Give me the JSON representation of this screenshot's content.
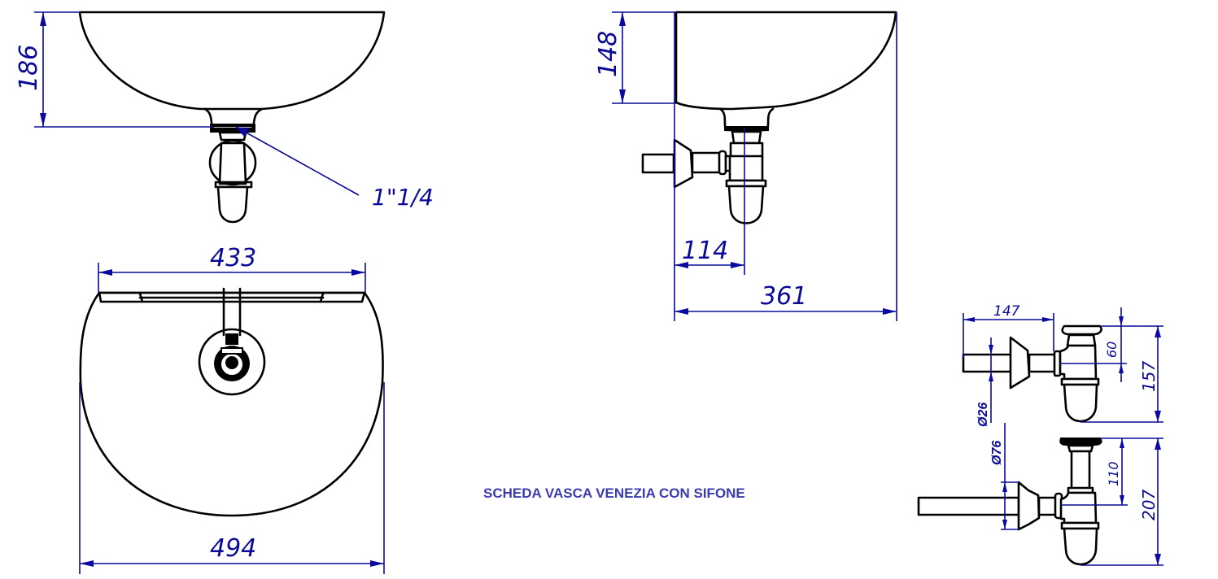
{
  "title": "SCHEDA VASCA VENEZIA CON SIFONE",
  "colors": {
    "dimension": "#0a0a96",
    "title": "#3b3bb0",
    "outline": "#000000",
    "background": "#ffffff"
  },
  "views": {
    "front_elevation": {
      "height_dim": "186",
      "drain_thread": "1\"1/4"
    },
    "plan": {
      "rear_width_dim": "433",
      "overall_width_dim": "494"
    },
    "side_elevation": {
      "height_dim": "148",
      "drain_offset_dim": "114",
      "depth_dim": "361"
    },
    "siphon_short": {
      "length_dim": "147",
      "pipe_diameter_dim": "Ø26",
      "inlet_to_outlet_dim": "60",
      "height_dim": "157"
    },
    "siphon_tall": {
      "flange_diameter_dim": "Ø76",
      "inlet_to_outlet_dim": "110",
      "height_dim": "207"
    }
  }
}
